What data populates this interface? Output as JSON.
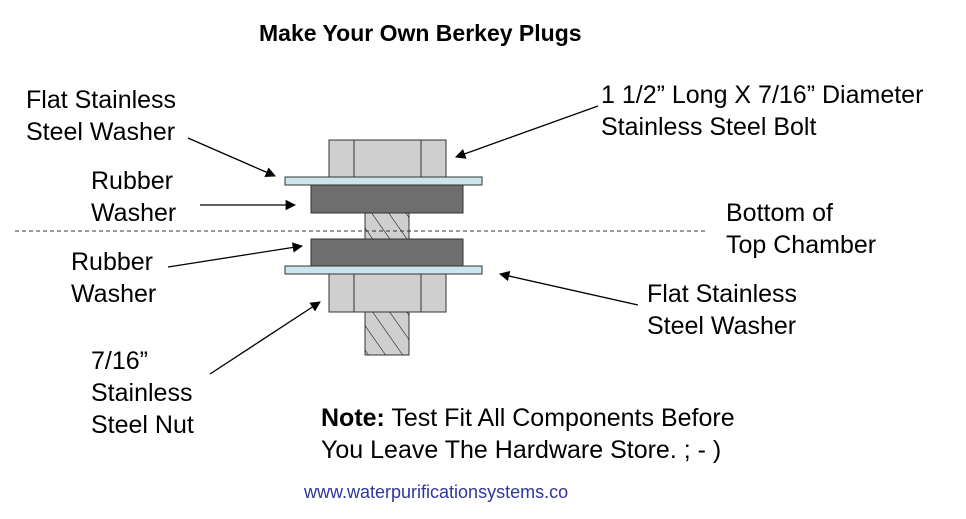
{
  "title": "Make Your Own Berkey Plugs",
  "labels": {
    "top_washer": [
      "Flat Stainless",
      "Steel Washer"
    ],
    "bolt": [
      "1 1/2” Long X 7/16” Diameter",
      "Stainless Steel Bolt"
    ],
    "rubber_washer_top": [
      "Rubber",
      "Washer"
    ],
    "chamber_bottom": [
      "Bottom of",
      "Top Chamber"
    ],
    "rubber_washer_bottom": [
      "Rubber",
      "Washer"
    ],
    "bottom_washer": [
      "Flat Stainless",
      "Steel Washer"
    ],
    "nut": [
      "7/16”",
      "Stainless",
      "Steel Nut"
    ]
  },
  "note": {
    "prefix": "Note:",
    "lines": [
      "Test Fit All Components Before",
      "You Leave The Hardware Store. ; - )"
    ]
  },
  "website": "www.waterpurificationsystems.co",
  "colors": {
    "metal": "#cfcfcf",
    "rubber": "#6e6e6e",
    "washer": "#c9e6ec",
    "link": "#2f3699"
  }
}
